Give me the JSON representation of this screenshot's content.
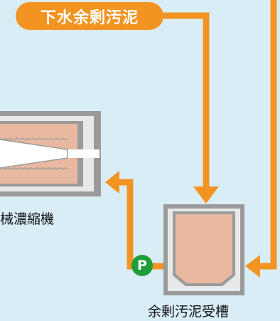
{
  "source_label": "下水余剰汚泥",
  "thickener_label": "械濃縮機",
  "tank_label": "余剰汚泥受槽",
  "pump_label": "P",
  "colors": {
    "background": "#d9edf7",
    "pipe": "#f39422",
    "sludge": "#e8b9a0",
    "equipment_frame": "#9a9a9a",
    "pump": "#1f9d3a"
  }
}
